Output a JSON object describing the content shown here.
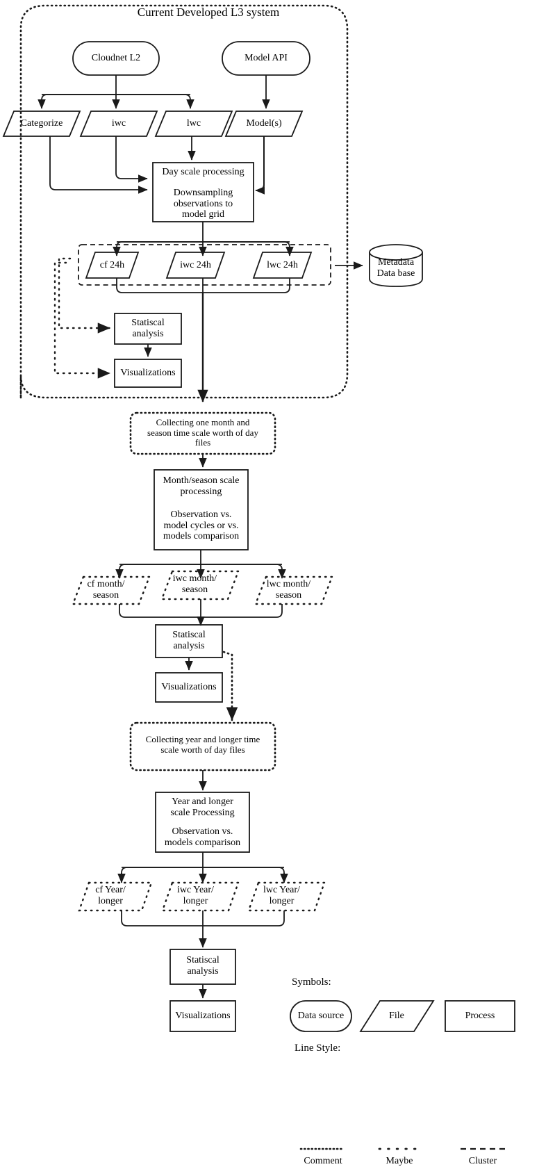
{
  "diagram": {
    "title": "Current Developed L3 system",
    "cluster_title": "Current Developed L3 system"
  },
  "sources": {
    "cloudnet": "Cloudnet L2",
    "model_api": "Model API"
  },
  "l2_files": {
    "categorize": "Categorize",
    "iwc": "iwc",
    "lwc": "lwc",
    "models": "Model(s)"
  },
  "day_processing": {
    "line1": "Day scale processing",
    "line2": "Downsampling",
    "line3": "observations to",
    "line4": "model grid"
  },
  "day_outputs": {
    "cf": "cf 24h",
    "iwc": "iwc 24h",
    "lwc": "lwc 24h"
  },
  "database": {
    "line1": "Metadata",
    "line2": "Data base"
  },
  "day_analysis": {
    "stat_line1": "Statiscal",
    "stat_line2": "analysis",
    "viz": "Visualizations"
  },
  "collect_month": {
    "line1": "Collecting one month and",
    "line2": "season time scale worth of day",
    "line3": "files"
  },
  "month_processing": {
    "line1": "Month/season scale",
    "line2": "processing",
    "line3": "Observation vs.",
    "line4": "model cycles or vs.",
    "line5": "models comparison"
  },
  "month_outputs": {
    "cf_l1": "cf month/",
    "cf_l2": "season",
    "iwc_l1": "iwc month/",
    "iwc_l2": "season",
    "lwc_l1": "lwc month/",
    "lwc_l2": "season"
  },
  "month_analysis": {
    "stat_line1": "Statiscal",
    "stat_line2": "analysis",
    "viz": "Visualizations"
  },
  "collect_year": {
    "line1": "Collecting year and longer time",
    "line2": "scale worth of day files"
  },
  "year_processing": {
    "line1": "Year and longer",
    "line2": "scale Processing",
    "line3": "Observation vs.",
    "line4": "models comparison"
  },
  "year_outputs": {
    "cf_l1": "cf Year/",
    "cf_l2": "longer",
    "iwc_l1": "iwc Year/",
    "iwc_l2": "longer",
    "lwc_l1": "lwc Year/",
    "lwc_l2": "longer"
  },
  "year_analysis": {
    "stat_line1": "Statiscal",
    "stat_line2": "analysis",
    "viz": "Visualizations"
  },
  "legend": {
    "symbols_title": "Symbols:",
    "data_source": "Data source",
    "file": "File",
    "process": "Process",
    "line_style_title": "Line Style:",
    "comment": "Comment",
    "maybe": "Maybe",
    "cluster": "Cluster"
  },
  "colors": {
    "stroke": "#1a1a1a",
    "background": "#ffffff"
  }
}
